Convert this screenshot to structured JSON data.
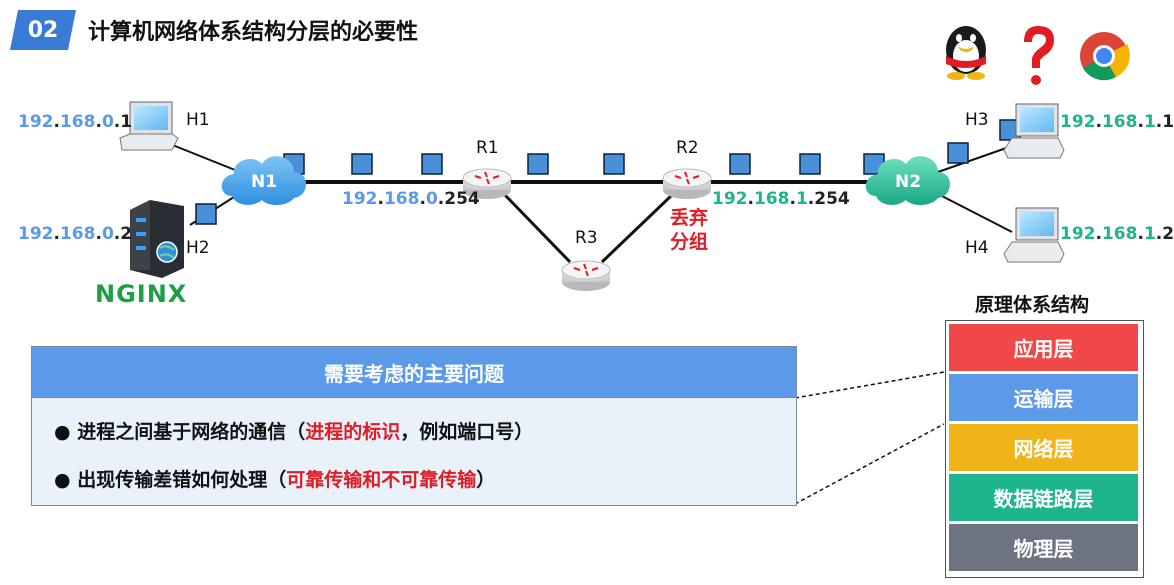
{
  "header": {
    "badge": "02",
    "title": "计算机网络体系结构分层的必要性"
  },
  "hosts": {
    "h1": {
      "label": "H1",
      "ip": [
        "192",
        ".",
        "168",
        ".",
        "0",
        ".",
        "1"
      ]
    },
    "h2": {
      "label": "H2",
      "ip": [
        "192",
        ".",
        "168",
        ".",
        "0",
        ".",
        "2"
      ]
    },
    "h3": {
      "label": "H3",
      "ip": [
        "192",
        ".",
        "168",
        ".",
        "1",
        ".",
        "1"
      ]
    },
    "h4": {
      "label": "H4",
      "ip": [
        "192",
        ".",
        "168",
        ".",
        "1",
        ".",
        "2"
      ]
    }
  },
  "networks": {
    "n1": "N1",
    "n2": "N2"
  },
  "routers": {
    "r1": {
      "label": "R1",
      "ip": [
        "192",
        ".",
        "168",
        ".",
        "0",
        ".",
        "254"
      ]
    },
    "r2": {
      "label": "R2",
      "ip": [
        "192",
        ".",
        "168",
        ".",
        "1",
        ".",
        "254"
      ]
    },
    "r3": {
      "label": "R3"
    }
  },
  "drop_note": [
    "丢弃",
    "分组"
  ],
  "nginx_logo": "NGINX",
  "problems": {
    "header": "需要考虑的主要问题",
    "items": [
      {
        "bullet": "●",
        "text": "进程之间基于网络的通信（",
        "highlight": "进程的标识",
        "tail": "，例如端口号）"
      },
      {
        "bullet": "●",
        "text": "出现传输差错如何处理（",
        "highlight": "可靠传输和不可靠传输",
        "tail": "）"
      }
    ]
  },
  "architecture": {
    "title": "原理体系结构",
    "layers": [
      {
        "name": "应用层",
        "color": "#f04848"
      },
      {
        "name": "运输层",
        "color": "#5b9ae8"
      },
      {
        "name": "网络层",
        "color": "#f0b418"
      },
      {
        "name": "数据链路层",
        "color": "#1eb48c"
      },
      {
        "name": "物理层",
        "color": "#6e7382"
      }
    ]
  },
  "colors": {
    "ip_blue": "#5b9ae8",
    "ip_green": "#1eb48c",
    "ip_dark": "#222222",
    "packet": "#4a90d9",
    "red": "#e01c24"
  },
  "top_icons": [
    "qq-penguin-icon",
    "question-mark-icon",
    "chrome-icon"
  ]
}
